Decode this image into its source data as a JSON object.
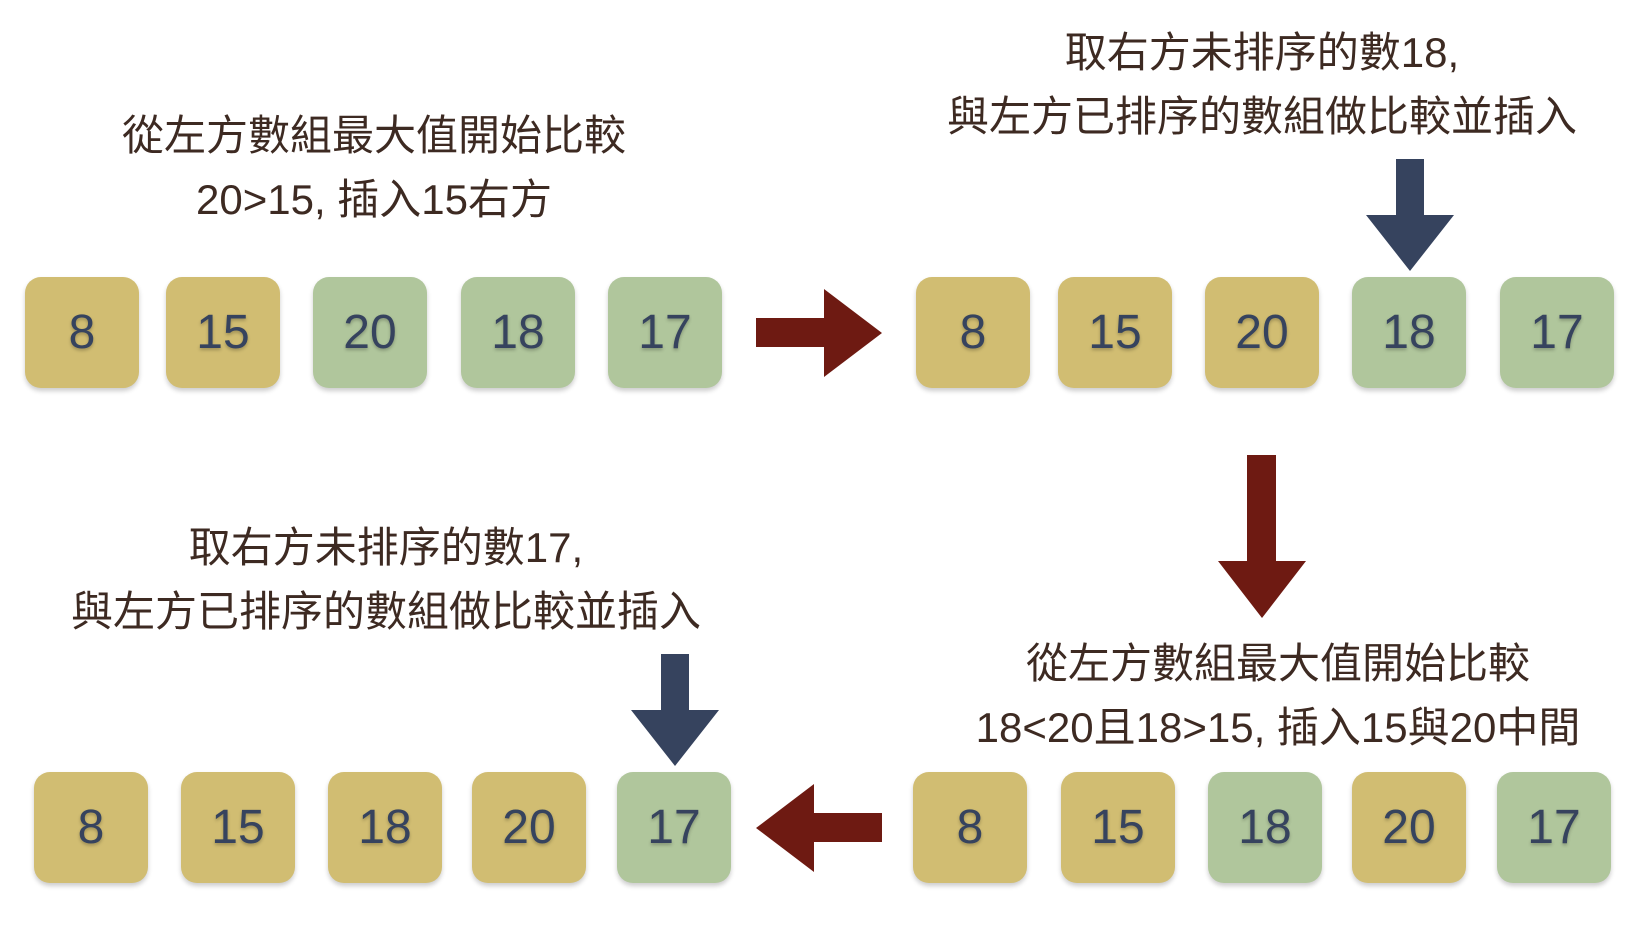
{
  "colors": {
    "sorted": "#d1bd72",
    "unsorted": "#b0c69c",
    "flow_arrow": "#6e1a12",
    "pointer_arrow": "#36435e",
    "text": "#3d2a22",
    "number": "#36435e"
  },
  "steps": [
    {
      "caption": [
        "從左方數組最大值開始比較",
        "20>15, 插入15右方"
      ],
      "boxes": [
        {
          "value": "8",
          "state": "sorted"
        },
        {
          "value": "15",
          "state": "sorted"
        },
        {
          "value": "20",
          "state": "unsorted"
        },
        {
          "value": "18",
          "state": "unsorted"
        },
        {
          "value": "17",
          "state": "unsorted"
        }
      ]
    },
    {
      "caption": [
        "取右方未排序的數18,",
        "與左方已排序的數組做比較並插入"
      ],
      "boxes": [
        {
          "value": "8",
          "state": "sorted"
        },
        {
          "value": "15",
          "state": "sorted"
        },
        {
          "value": "20",
          "state": "sorted"
        },
        {
          "value": "18",
          "state": "unsorted"
        },
        {
          "value": "17",
          "state": "unsorted"
        }
      ]
    },
    {
      "caption": [
        "從左方數組最大值開始比較",
        "18<20且18>15, 插入15與20中間"
      ],
      "boxes": [
        {
          "value": "8",
          "state": "sorted"
        },
        {
          "value": "15",
          "state": "sorted"
        },
        {
          "value": "18",
          "state": "unsorted"
        },
        {
          "value": "20",
          "state": "sorted"
        },
        {
          "value": "17",
          "state": "unsorted"
        }
      ]
    },
    {
      "caption": [
        "取右方未排序的數17,",
        "與左方已排序的數組做比較並插入"
      ],
      "boxes": [
        {
          "value": "8",
          "state": "sorted"
        },
        {
          "value": "15",
          "state": "sorted"
        },
        {
          "value": "18",
          "state": "sorted"
        },
        {
          "value": "20",
          "state": "sorted"
        },
        {
          "value": "17",
          "state": "unsorted"
        }
      ]
    }
  ]
}
